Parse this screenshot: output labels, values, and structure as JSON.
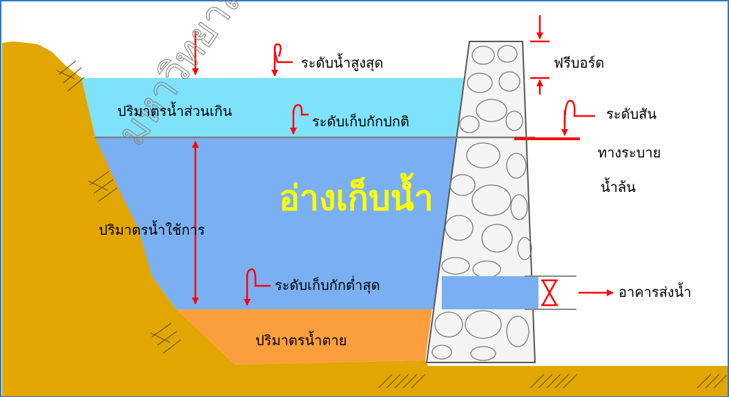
{
  "labels": {
    "max_level": "ระดับน้ำสูงสุด",
    "freeboard": "ฟรีบอร์ด",
    "surcharge_storage": "ปริมาตรน้ำส่วนเกิน",
    "normal_storage_level": "ระดับเก็บกักปกติ",
    "spillway_crest_1": "ระดับสัน",
    "spillway_crest_2": "ทางระบาย",
    "spillway_crest_3": "น้ำล้น",
    "reservoir": "อ่างเก็บน้ำ",
    "active_storage": "ปริมาตรน้ำใช้การ",
    "min_storage_level": "ระดับเก็บกักต่ำสุด",
    "outlet": "อาคารส่งน้ำ",
    "dead_storage": "ปริมาตรน้ำตาย"
  },
  "watermark": "มหาวิทยาลัย",
  "colors": {
    "soil": "#e1a600",
    "surcharge_water": "#7fe2fb",
    "active_water": "#7ab0f2",
    "dead_storage": "#fb9f3e",
    "reservoir_text": "#ffff00",
    "arrow": "#ff0000",
    "frame": "#2b78c5"
  }
}
